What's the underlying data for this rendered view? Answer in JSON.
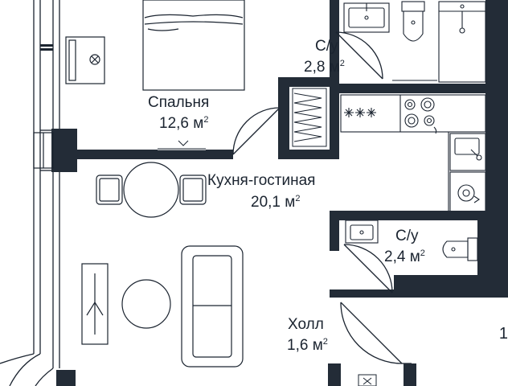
{
  "colors": {
    "wall": "#232c37",
    "line": "#1b2430",
    "background": "#ffffff"
  },
  "rooms": {
    "bedroom": {
      "name": "Спальня",
      "area": "12,6 м",
      "sup": "2"
    },
    "bath_top": {
      "name": "С/у",
      "area": "2,8 м",
      "sup": "2"
    },
    "kitchen_living": {
      "name": "Кухня-гостиная",
      "area": "20,1 м",
      "sup": "2"
    },
    "bath_right": {
      "name": "С/у",
      "area": "2,4 м",
      "sup": "2"
    },
    "hall": {
      "name": "Холл",
      "area": "1,6 м",
      "sup": "2"
    }
  },
  "page_edge_number": "1",
  "icons": {
    "window": "window-icon",
    "door": "door-swing-icon",
    "bed": "double-bed-icon",
    "toilet": "toilet-icon",
    "sink": "sink-icon",
    "shower": "shower-icon",
    "stove": "stove-icon",
    "sofa": "sofa-icon",
    "table": "dining-table-icon"
  }
}
